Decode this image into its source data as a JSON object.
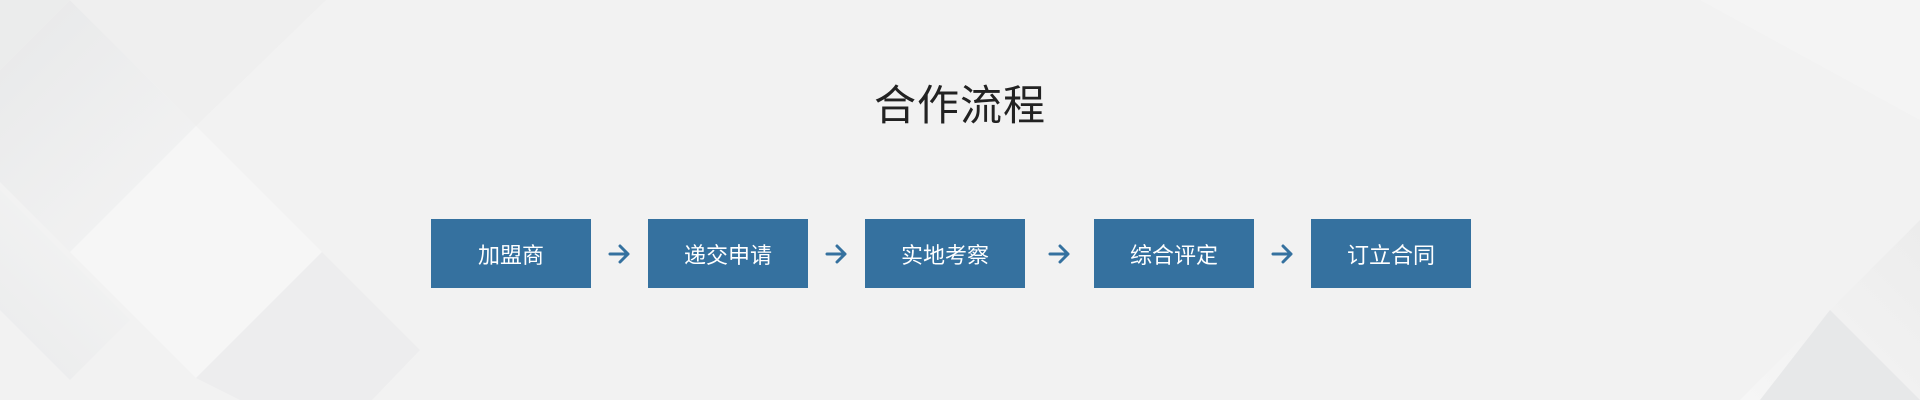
{
  "title": "合作流程",
  "colors": {
    "background": "#f2f2f2",
    "step_fill": "#35719f",
    "step_text": "#ffffff",
    "arrow": "#35719f",
    "title_text": "#222222"
  },
  "steps": [
    {
      "label": "加盟商"
    },
    {
      "label": "递交申请"
    },
    {
      "label": "实地考察"
    },
    {
      "label": "综合评定"
    },
    {
      "label": "订立合同"
    }
  ],
  "connector_icon": "arrow-right-icon"
}
